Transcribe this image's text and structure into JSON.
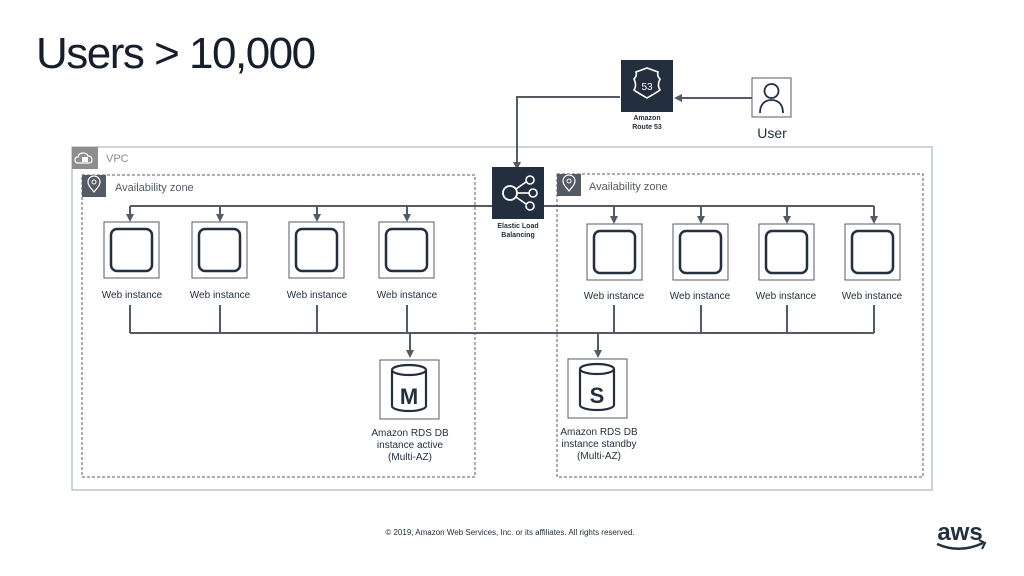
{
  "slide": {
    "title": "Users > 10,000",
    "footer": "© 2019, Amazon Web Services, Inc. or its affiliates. All rights reserved."
  },
  "vpc": {
    "label": "VPC"
  },
  "left_az": {
    "label": "Availability zone",
    "instances": [
      "Web instance",
      "Web instance",
      "Web instance",
      "Web instance"
    ],
    "db": {
      "letter": "M",
      "caption": "Amazon RDS DB\ninstance active\n(Multi-AZ)"
    }
  },
  "right_az": {
    "label": "Availability zone",
    "instances": [
      "Web instance",
      "Web instance",
      "Web instance",
      "Web instance"
    ],
    "db": {
      "letter": "S",
      "caption": "Amazon RDS DB\ninstance standby\n(Multi-AZ)"
    }
  },
  "route53": {
    "caption": "Amazon\nRoute 53",
    "badge": "53"
  },
  "elb": {
    "caption": "Elastic Load\nBalancing"
  },
  "user": {
    "label": "User"
  },
  "brand": {
    "logo_text": "aws"
  },
  "colors": {
    "dark_navy": "#232f3e",
    "gray_line": "#545b64",
    "box_border": "#aab7b8",
    "smile": "#232f3e"
  },
  "icons": [
    "cloud-lock-icon",
    "location-pin-icon",
    "route53-icon",
    "elb-icon",
    "user-icon",
    "instance-icon",
    "database-icon",
    "aws-logo"
  ]
}
